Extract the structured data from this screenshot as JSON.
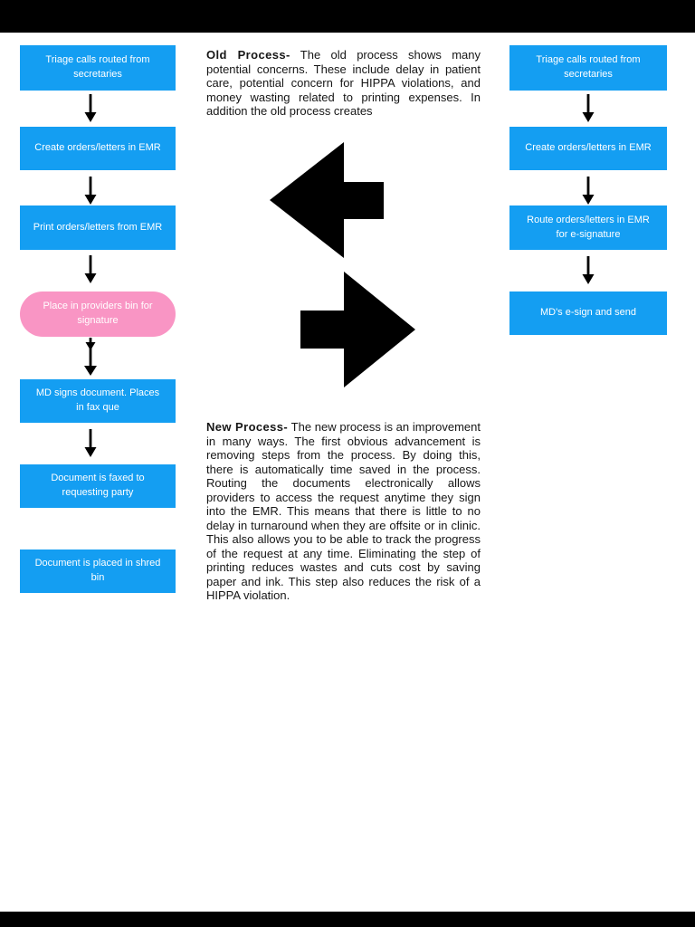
{
  "page": {
    "background": "#ffffff",
    "letterbox_color": "#000000"
  },
  "colors": {
    "box_blue": "#149EF2",
    "box_pink": "#F995C4",
    "box_text": "#ffffff",
    "arrow_black": "#000000",
    "paragraph_text": "#161616"
  },
  "icons": {
    "down_arrow": "down-arrow",
    "double_down_arrow": "double-down-arrow",
    "block_arrow_left": "block-arrow-left",
    "block_arrow_right": "block-arrow-right"
  },
  "old_process_flow": {
    "steps": [
      {
        "label": "Triage calls routed from secretaries",
        "variant": "blue"
      },
      {
        "label": "Create orders/letters in EMR",
        "variant": "blue"
      },
      {
        "label": "Print orders/letters from EMR",
        "variant": "blue"
      },
      {
        "label": "Place in providers bin for signature",
        "variant": "pink"
      },
      {
        "label": "MD signs document. Places in fax que",
        "variant": "blue"
      },
      {
        "label": "Document is faxed to requesting party",
        "variant": "blue"
      },
      {
        "label": "Document is placed in shred bin",
        "variant": "blue"
      }
    ]
  },
  "new_process_flow": {
    "steps": [
      {
        "label": "Triage calls routed from secretaries",
        "variant": "blue"
      },
      {
        "label": "Create orders/letters in EMR",
        "variant": "blue"
      },
      {
        "label": "Route orders/letters in EMR for e-signature",
        "variant": "blue"
      },
      {
        "label": "MD's e-sign and send",
        "variant": "blue"
      }
    ]
  },
  "narratives": {
    "old": {
      "lead": "Old Process-",
      "body": " The old process shows many potential concerns. These include delay in patient care, potential concern for HIPPA violations, and money wasting related to printing expenses. In addition the old process creates"
    },
    "new": {
      "lead": "New Process-",
      "body": " The new process is an improvement in many ways. The first obvious advancement is removing steps from the process. By doing this, there is automatically time saved in the process. Routing the documents electronically allows providers to access the request anytime they sign into the EMR. This means that there is little to no delay in turnaround when they are offsite or in clinic.  This also allows you to be able to track the progress of the request at any time. Eliminating the step of printing reduces wastes and cuts cost by saving paper and ink. This step also reduces the risk of a HIPPA violation."
    }
  }
}
